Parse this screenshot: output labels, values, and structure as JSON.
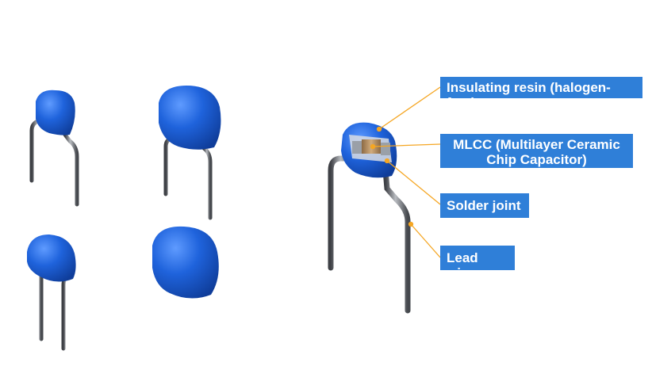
{
  "labels": {
    "insulating_resin": "Insulating resin (halogen-free)",
    "mlcc": "MLCC (Multilayer Ceramic\nChip Capacitor)",
    "solder_joint": "Solder joint",
    "lead_wire": "Lead wire"
  },
  "colors": {
    "resin_blue": "#1e63d6",
    "label_bg": "#2f7fd8",
    "leader_line": "#f5a623",
    "wire_gray": "#5a5d62",
    "chip_tan": "#b58a5b"
  },
  "icons": {
    "capacitor": "radial-lead-ceramic-capacitor"
  }
}
